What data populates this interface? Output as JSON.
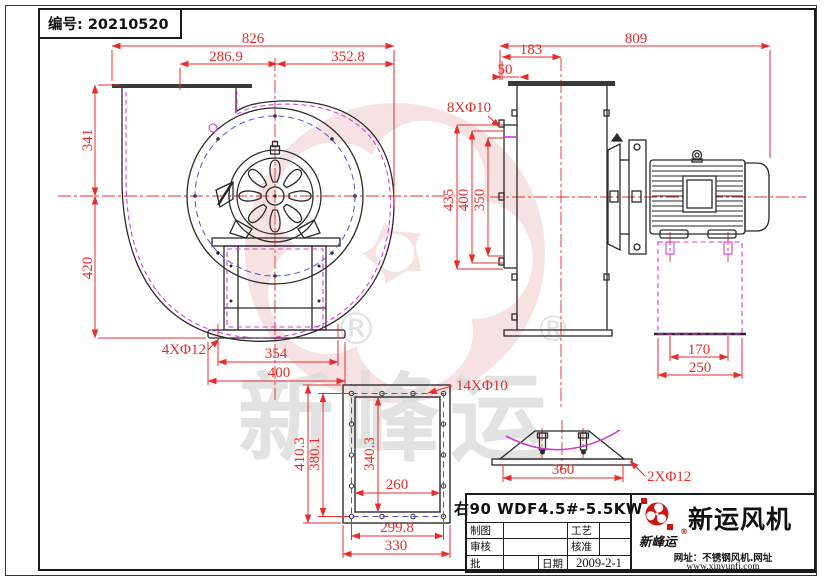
{
  "colors": {
    "dimension_red": "#e82c2c",
    "hidden_magenta": "#dd35dd",
    "bolt_circle_blue": "#5050d8",
    "line_black": "#2a2a2a",
    "watermark_pink": "#f2cbcd",
    "logo_red": "#cc1616"
  },
  "header": {
    "serial": "编号: 20210520"
  },
  "front_view": {
    "dims": {
      "overall_width": "826",
      "outlet_to_center": "286.9",
      "center_to_right": "352.8",
      "height_top": "341",
      "height_bottom": "420",
      "base_holes": "4XΦ12",
      "base_bolt_span": "354",
      "base_width": "400"
    }
  },
  "side_view": {
    "dims": {
      "overall_length": "809",
      "outlet_to_center": "183",
      "flange_width": "50",
      "inlet_holes": "8XΦ10",
      "inlet_flange_od": "435",
      "inlet_bolt_circle": "400",
      "inlet_opening": "350",
      "stand_bolt_span": "170",
      "stand_width": "250"
    }
  },
  "outlet_flange_view": {
    "dims": {
      "holes": "14XΦ10",
      "outer_height": "410.3",
      "bolt_height": "380.1",
      "opening_height": "340.3",
      "opening_width": "260",
      "bolt_width": "299.8",
      "outer_width": "330"
    }
  },
  "base_view": {
    "dims": {
      "bolt_span": "360",
      "holes": "2XΦ12"
    }
  },
  "title_block": {
    "model": "右90 WDF4.5#-5.5KW",
    "rows": [
      {
        "label": "制图",
        "value": "",
        "label2": "工艺",
        "value2": ""
      },
      {
        "label": "审核",
        "value": "",
        "label2": "核准",
        "value2": ""
      },
      {
        "label": "批",
        "value": "",
        "label2": "日期",
        "value2": "2009-2-1"
      }
    ],
    "company": "新运风机",
    "brand_script": "新峰运",
    "registered": "®",
    "site_line1": "网址：不锈钢风机.网址",
    "site_line2": "www.xinyunfj.com"
  },
  "watermark": {
    "brand": "新峰运",
    "registered": "®"
  }
}
